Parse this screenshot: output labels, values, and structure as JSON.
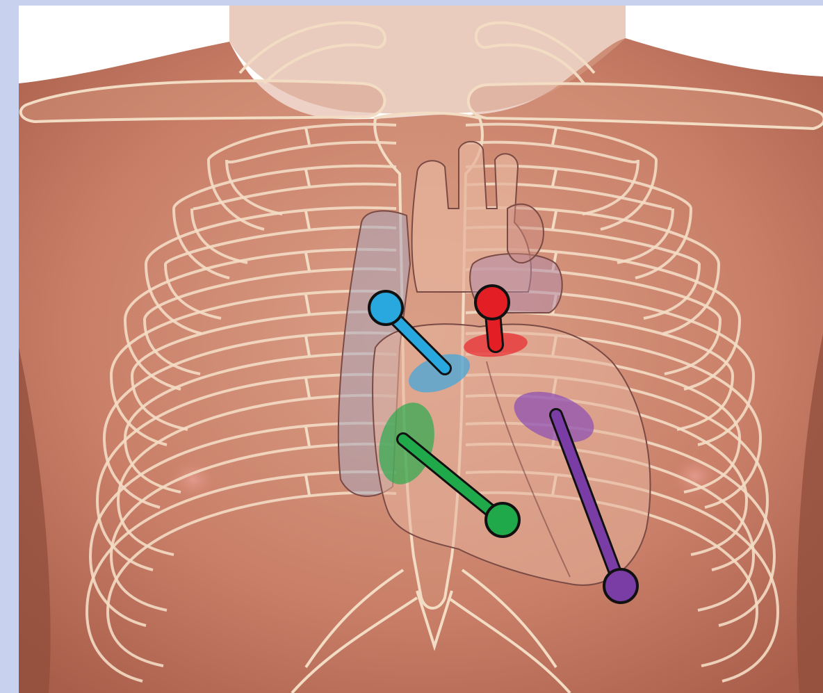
{
  "frame": {
    "border_color": "#c8d2ee",
    "background_color": "#ffffff"
  },
  "skin": {
    "base_color": "#c97f68",
    "shadow_color": "#a85e4a",
    "highlight_color": "#dba089"
  },
  "bones": {
    "outline_color": "#f3dcc4",
    "fill_color": "#d89a80"
  },
  "heart": {
    "outline_color": "#7a4a44",
    "fill_color": "#e6b39c",
    "vena_cava_color": "#a9a4b8"
  },
  "markers": [
    {
      "id": "blue-marker",
      "color": "#29a8e0",
      "ring_color": "#3aa7df"
    },
    {
      "id": "red-marker",
      "color": "#e31e24",
      "ring_color": "#e8262c"
    },
    {
      "id": "green-marker",
      "color": "#1fa94a",
      "ring_color": "#2aab4f"
    },
    {
      "id": "purple-marker",
      "color": "#7a3da6",
      "ring_color": "#8a4db5"
    }
  ]
}
